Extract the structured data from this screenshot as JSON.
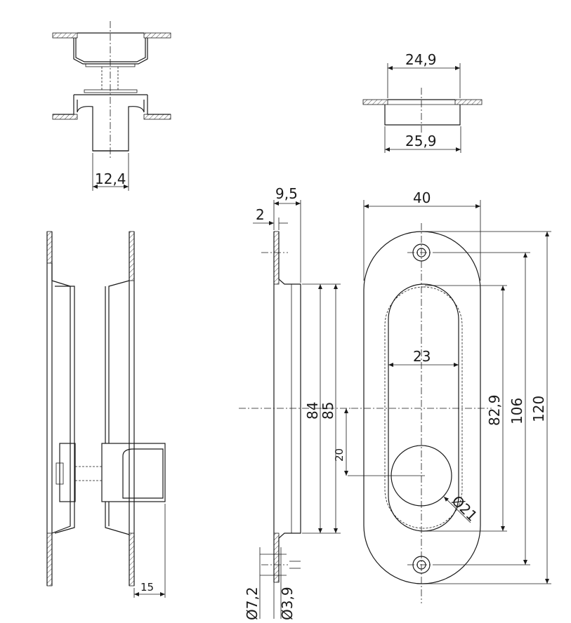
{
  "dimensions": {
    "top_left_width": "12,4",
    "top_right_inner": "24,9",
    "top_right_outer": "25,9",
    "side_depth_total": "9,5",
    "side_flange": "2",
    "side_height_inner": "84",
    "side_height_outer": "85",
    "side_offset": "20",
    "side_hole_outer": "Ø7,2",
    "side_hole_inner": "Ø3,9",
    "left_depth": "15",
    "front_width": "40",
    "front_slot_width": "23",
    "front_slot_height": "82,9",
    "front_hole_spacing": "106",
    "front_total_height": "120",
    "front_circle_dia": "Ø21"
  },
  "colors": {
    "line": "#1a1a1a",
    "background": "#ffffff"
  }
}
